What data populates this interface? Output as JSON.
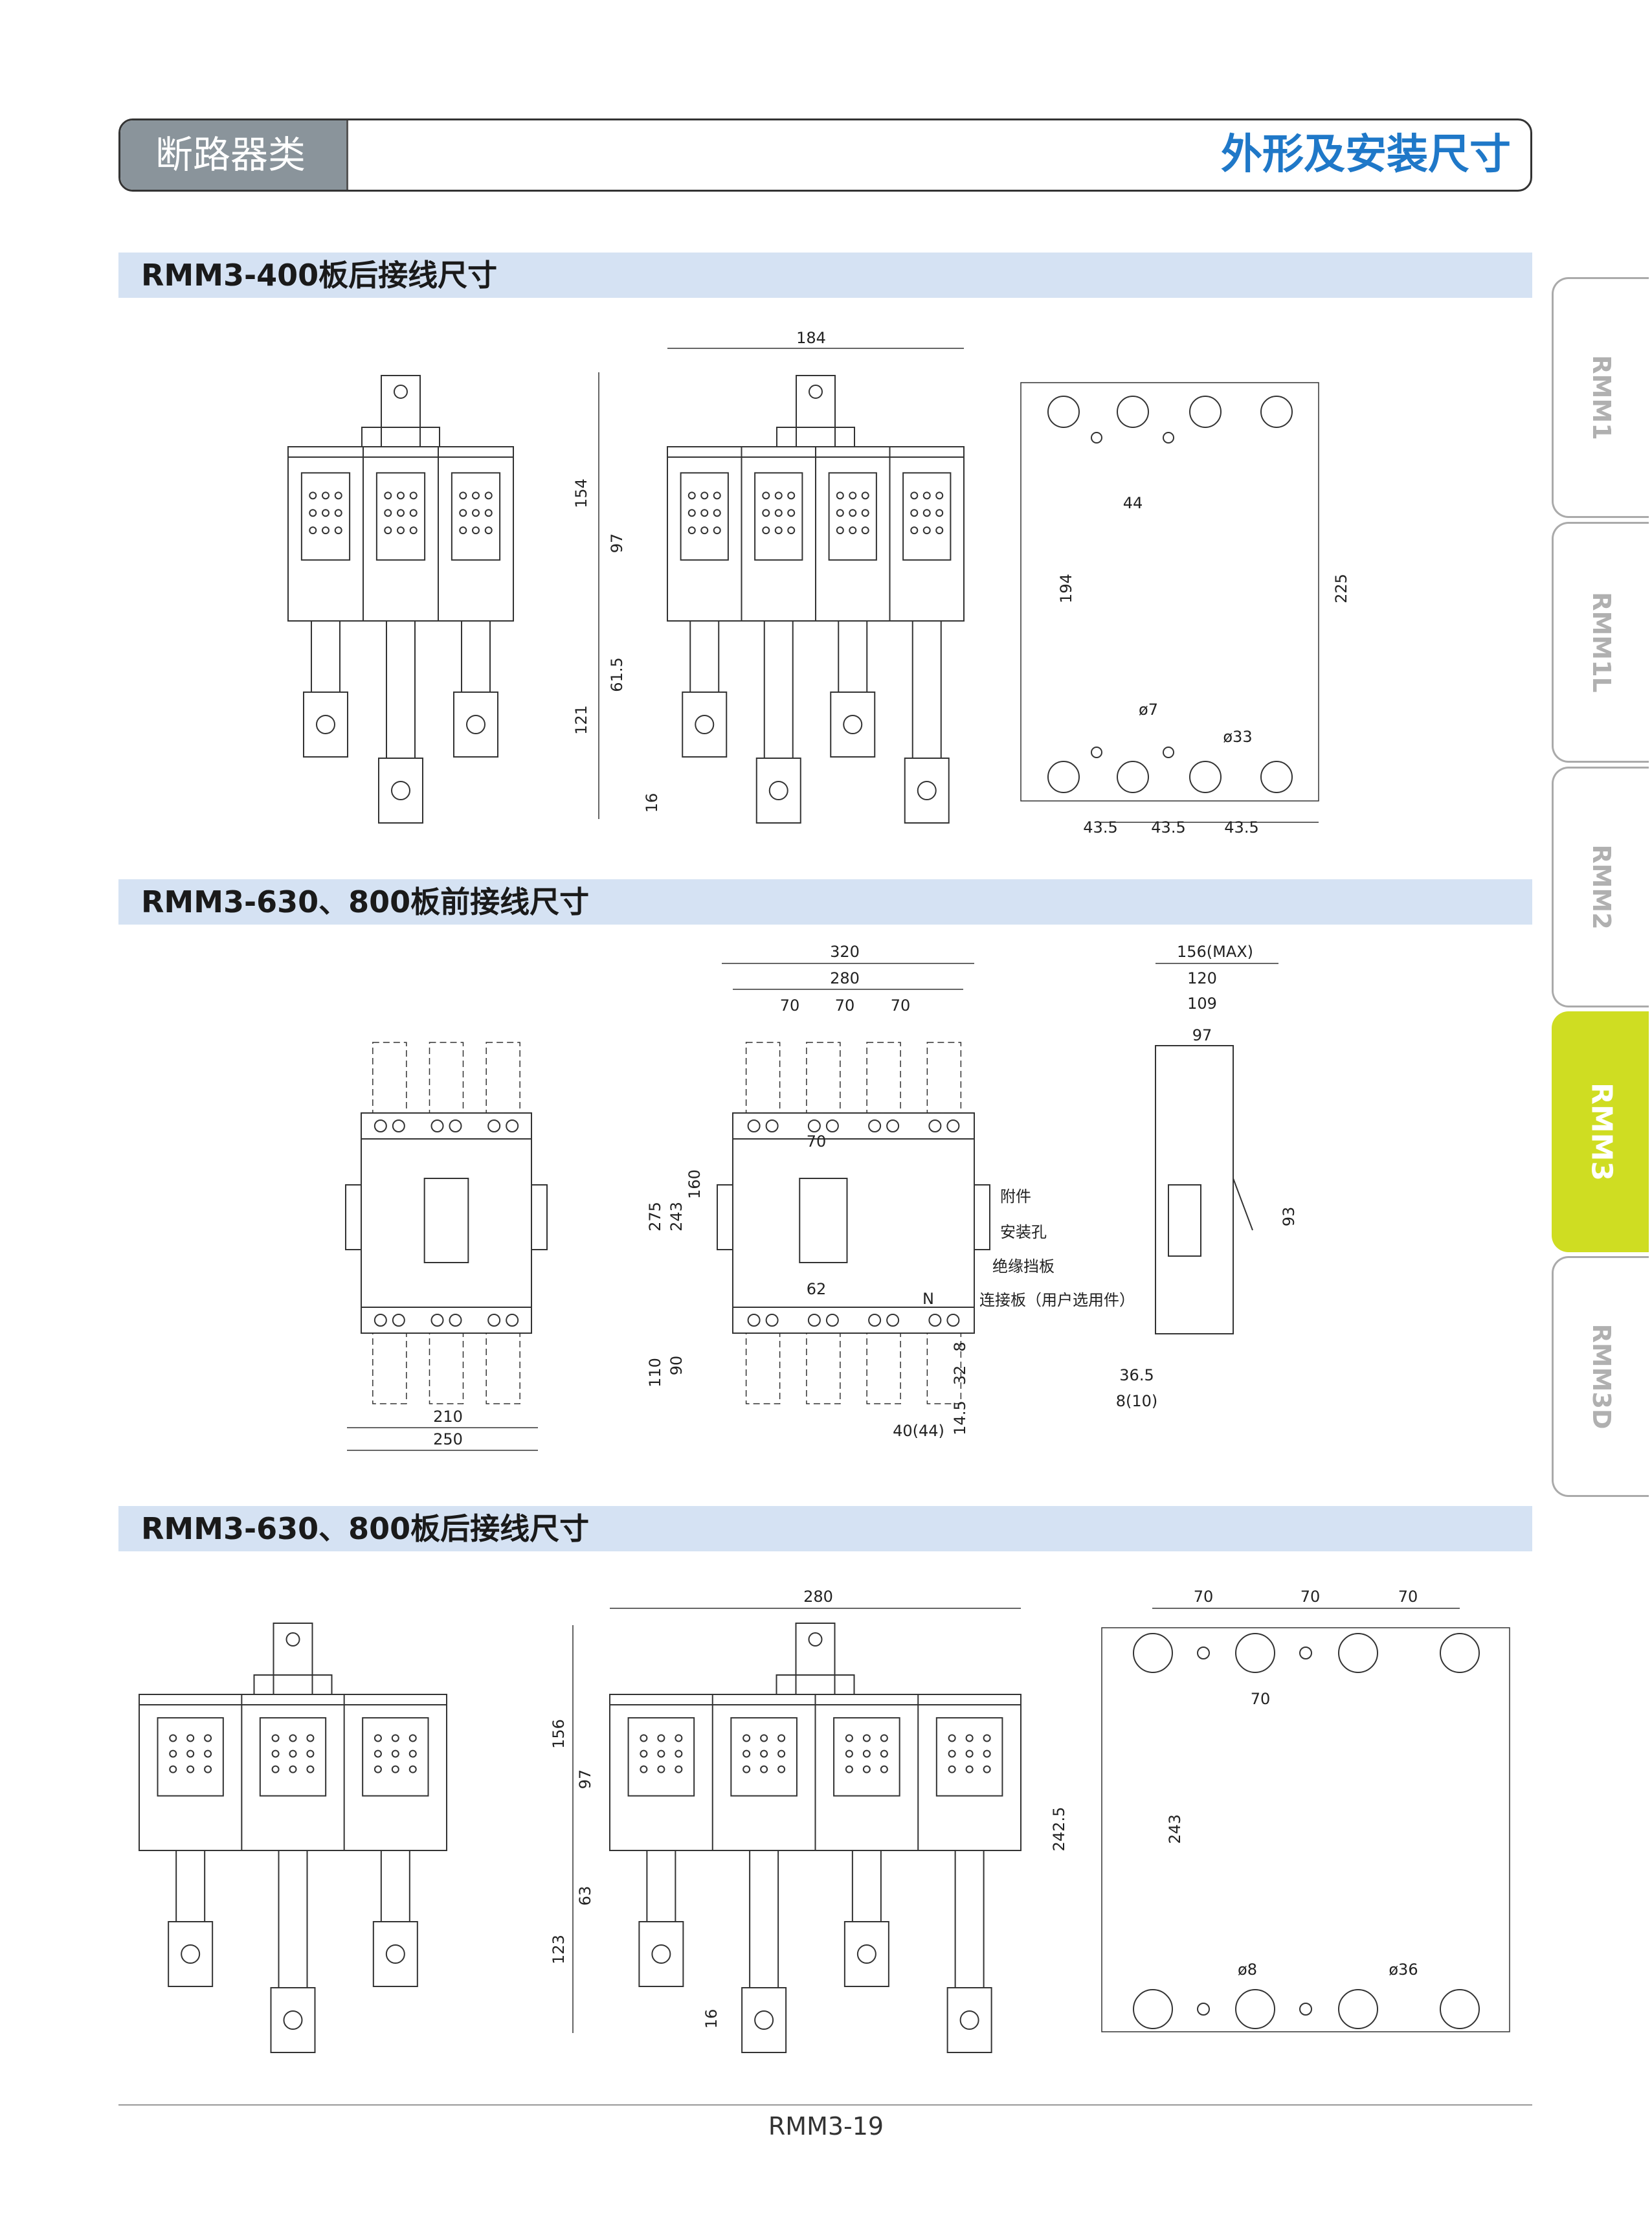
{
  "header": {
    "category": "断路器类",
    "title": "外形及安装尺寸"
  },
  "sections": [
    {
      "title": "RMM3-400板后接线尺寸"
    },
    {
      "title": "RMM3-630、800板前接线尺寸"
    },
    {
      "title": "RMM3-630、800板后接线尺寸"
    }
  ],
  "side_tabs": [
    {
      "label": "RMM1",
      "active": false
    },
    {
      "label": "RMM1L",
      "active": false
    },
    {
      "label": "RMM2",
      "active": false
    },
    {
      "label": "RMM3",
      "active": true
    },
    {
      "label": "RMM3D",
      "active": false
    }
  ],
  "dims": {
    "s1": {
      "w184": "184",
      "h154": "154",
      "h97": "97",
      "h61_5": "61.5",
      "h121": "121",
      "h16": "16",
      "p44": "44",
      "p194": "194",
      "p225": "225",
      "d7": "ø7",
      "d33": "ø33",
      "p43_5a": "43.5",
      "p43_5b": "43.5",
      "p43_5c": "43.5"
    },
    "s2": {
      "w320": "320",
      "w280": "280",
      "w70a": "70",
      "w70b": "70",
      "w70c": "70",
      "w70d": "70",
      "h160": "160",
      "h275": "275",
      "h243": "243",
      "w62": "62",
      "n": "N",
      "h8": "8",
      "h32": "32",
      "h14_5": "14.5",
      "w40": "40(44)",
      "h110": "110",
      "h90": "90",
      "w210": "210",
      "w250": "250",
      "s156": "156(MAX)",
      "s120": "120",
      "s109": "109",
      "s97": "97",
      "s93": "93",
      "s36_5": "36.5",
      "s8": "8(10)",
      "lbl_accessory": "附件",
      "lbl_mount": "安装孔",
      "lbl_barrier": "绝缘挡板",
      "lbl_link": "连接板（用户选用件）"
    },
    "s3": {
      "w280": "280",
      "h156": "156",
      "h97": "97",
      "h63": "63",
      "h123": "123",
      "h16": "16",
      "p70a": "70",
      "p70b": "70",
      "p70c": "70",
      "p70d": "70",
      "p242_5": "242.5",
      "p243": "243",
      "d8": "ø8",
      "d36": "ø36"
    }
  },
  "footer": {
    "page": "RMM3-19"
  },
  "colors": {
    "accent": "#1f78c8",
    "tab_active": "#cfdd22",
    "band": "#d5e2f3",
    "category_bg": "#8a949b"
  }
}
